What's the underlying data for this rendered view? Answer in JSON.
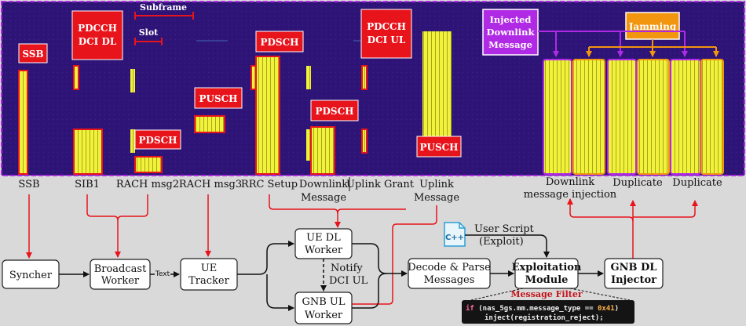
{
  "spectrogram_labels": {
    "ssb": "SSB",
    "pdcch_dl": [
      "PDCCH",
      "DCI DL"
    ],
    "subframe": "Subframe",
    "slot": "Slot",
    "pdsch": "PDSCH",
    "pusch": "PUSCH",
    "pdcch_ul": [
      "PDCCH",
      "DCI UL"
    ],
    "injected": [
      "Injected",
      "Downlink",
      "Message"
    ],
    "jamming": "Jamming"
  },
  "row_labels": {
    "ssb": "SSB",
    "sib1": "SIB1",
    "rach2": "RACH msg2",
    "rach3": "RACH msg3",
    "rrc": "RRC Setup",
    "dl_msg": [
      "Downlink",
      "Message"
    ],
    "ul_grant": "Uplink Grant",
    "ul_msg": [
      "Uplink",
      "Message"
    ],
    "dl_inject": [
      "Downlink",
      "message injection"
    ],
    "dup1": "Duplicate",
    "dup2": "Duplicate"
  },
  "flow": {
    "syncher": "Syncher",
    "broadcast": [
      "Broadcast",
      "Worker"
    ],
    "text_edge": "Text",
    "ue_tracker": [
      "UE",
      "Tracker"
    ],
    "ue_dl": [
      "UE DL",
      "Worker"
    ],
    "gnb_ul": [
      "GNB UL",
      "Worker"
    ],
    "notify": [
      "Notify",
      "DCI UL"
    ],
    "decode": [
      "Decode & Parse",
      "Messages"
    ],
    "exploit": [
      "Exploitation",
      "Module"
    ],
    "gnb_dl": [
      "GNB DL",
      "Injector"
    ],
    "user_script": [
      "User Script",
      "(Exploit)"
    ],
    "cpp_icon": "C++",
    "message_filter": "Message Filter"
  },
  "code": {
    "kw_if": "if",
    "cond_open": " (nas_5gs.mm.message_type == ",
    "hex": "0x41",
    "cond_close": ")",
    "line2": "inject(registration_reject);"
  },
  "colors": {
    "background": "#d9d9d9",
    "spectrogram": "#2f1478",
    "label_red": "#e8141c",
    "injected_purple": "#b02ae6",
    "jamming_orange": "#f2950f",
    "signal_yellow": "#f1f23a"
  }
}
